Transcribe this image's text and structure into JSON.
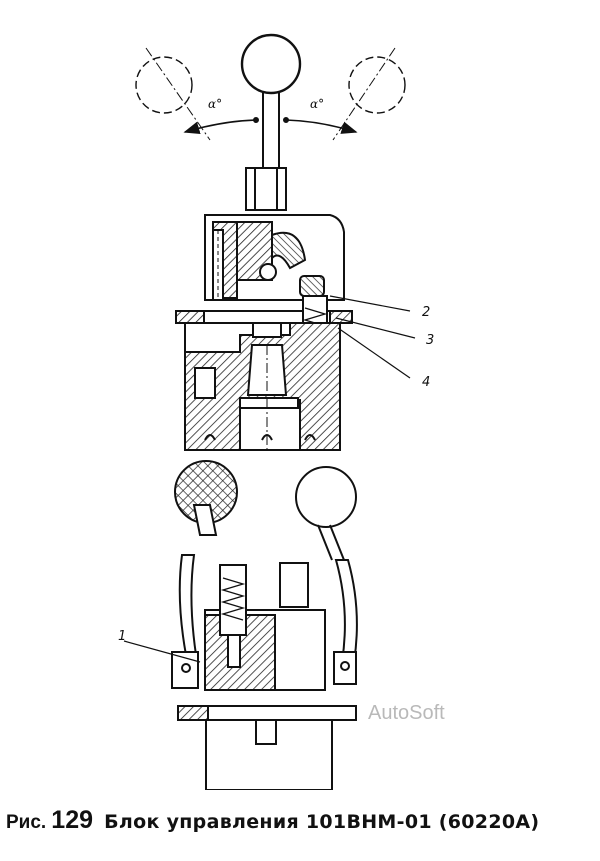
{
  "figure": {
    "label_prefix": "Рис.",
    "number": "129",
    "title": "Блок управления 101ВНМ-01 (60220А)"
  },
  "angle_labels": [
    "α°",
    "α°"
  ],
  "callouts": [
    "1",
    "2",
    "3",
    "4"
  ],
  "watermark": "AutoSoft",
  "colors": {
    "ink": "#111111",
    "hatch": "#222222",
    "watermark": "#b9b9b9"
  }
}
